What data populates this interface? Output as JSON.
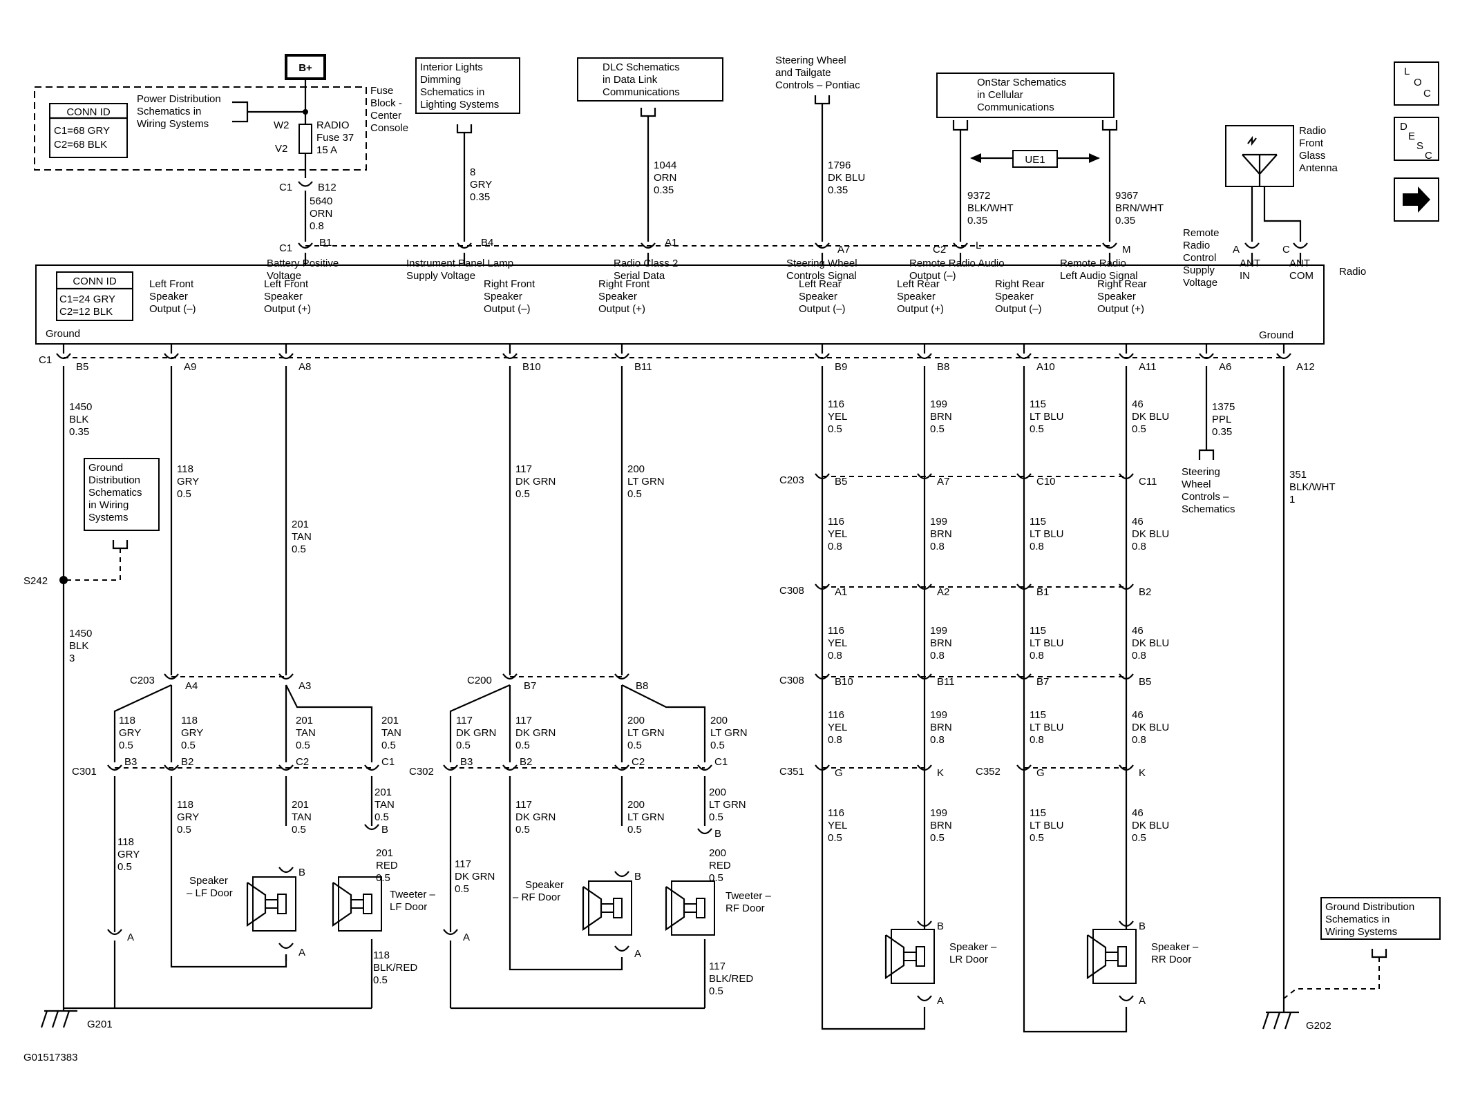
{
  "figure_id": "G01517383",
  "power": {
    "bplus": "B+",
    "conn_id": "CONN ID",
    "conn_lines": [
      "C1=68 GRY",
      "C2=68 BLK"
    ],
    "ref": [
      "Power Distribution",
      "Schematics in",
      "Wiring  Systems"
    ],
    "fuse_block": [
      "Fuse",
      "Block -",
      "Center",
      "Console"
    ],
    "w2": "W2",
    "v2": "V2",
    "fuse": [
      "RADIO",
      "Fuse 37",
      "15 A"
    ],
    "c1": "C1",
    "b12": "B12",
    "wire": [
      "5640",
      "ORN",
      "0.8"
    ]
  },
  "refs_top": [
    {
      "lines": [
        "Interior Lights",
        "Dimming",
        "Schematics in",
        "Lighting Systems"
      ],
      "wire": [
        "8",
        "GRY",
        "0.35"
      ],
      "pin": "B4"
    },
    {
      "lines": [
        "DLC Schematics",
        "in Data Link",
        "Communications"
      ],
      "wire": [
        "1044",
        "ORN",
        "0.35"
      ],
      "pin": "A1"
    },
    {
      "lines": [
        "Steering Wheel",
        "and Tailgate",
        "Controls – Pontiac"
      ],
      "wire": [
        "1796",
        "DK BLU",
        "0.35"
      ],
      "pin": "A7"
    }
  ],
  "onstar": {
    "lines": [
      "OnStar Schematics",
      "in Cellular",
      "Communications"
    ],
    "ue1": "UE1",
    "left_wire": [
      "9372",
      "BLK/WHT",
      "0.35"
    ],
    "right_wire": [
      "9367",
      "BRN/WHT",
      "0.35"
    ],
    "c2": "C2",
    "l": "L",
    "m": "M"
  },
  "antenna": {
    "label": [
      "Radio",
      "Front",
      "Glass",
      "Antenna"
    ],
    "a": "A",
    "c": "C"
  },
  "side_icons": {
    "loc": [
      "L",
      "O",
      "C"
    ],
    "desc": [
      "D",
      "E",
      "S",
      "C"
    ]
  },
  "radio": {
    "name": "Radio",
    "conn_id": "CONN ID",
    "conn_lines": [
      "C1=24 GRY",
      "C2=12 BLK"
    ],
    "c1_top": "C1",
    "b1": "B1",
    "functions": [
      {
        "lines": [
          "Ground"
        ]
      },
      {
        "lines": [
          "Left Front",
          "Speaker",
          "Output (–)"
        ]
      },
      {
        "lines": [
          "Battery Positive",
          "Voltage"
        ]
      },
      {
        "lines": [
          "Left Front",
          "Speaker",
          "Output (+)"
        ]
      },
      {
        "lines": [
          "Instrument Panel Lamp",
          "Supply Voltage"
        ]
      },
      {
        "lines": [
          "Right Front",
          "Speaker",
          "Output (–)"
        ]
      },
      {
        "lines": [
          "Radio Class 2",
          "Serial Data"
        ]
      },
      {
        "lines": [
          "Right Front",
          "Speaker",
          "Output (+)"
        ]
      },
      {
        "lines": [
          "Steering Wheel",
          "Controls Signal"
        ]
      },
      {
        "lines": [
          "Left Rear",
          "Speaker",
          "Output (–)"
        ]
      },
      {
        "lines": [
          "Remote Radio Audio",
          "Output (–)"
        ]
      },
      {
        "lines": [
          "Left Rear",
          "Speaker",
          "Output (+)"
        ]
      },
      {
        "lines": [
          "Right Rear",
          "Speaker",
          "Output (–)"
        ]
      },
      {
        "lines": [
          "Remote Radio",
          "Left Audio Signal"
        ]
      },
      {
        "lines": [
          "Right Rear",
          "Speaker",
          "Output (+)"
        ]
      },
      {
        "lines": [
          "Remote",
          "Radio",
          "Control",
          "Supply",
          "Voltage"
        ]
      },
      {
        "lines": [
          "ANT",
          "IN"
        ]
      },
      {
        "lines": [
          "ANT",
          "COM"
        ]
      },
      {
        "lines": [
          "Ground"
        ]
      }
    ],
    "bottom_c1": "C1",
    "bottom_pins": [
      "B5",
      "A9",
      "A8",
      "B10",
      "B11",
      "B9",
      "B8",
      "A10",
      "A11",
      "A6",
      "A12"
    ]
  },
  "left_ground": {
    "wire1": [
      "1450",
      "BLK",
      "0.35"
    ],
    "ref": [
      "Ground",
      "Distribution",
      "Schematics",
      "in Wiring",
      "Systems"
    ],
    "splice": "S242",
    "wire2": [
      "1450",
      "BLK",
      "3"
    ],
    "ground": "G201"
  },
  "front": {
    "c203": "C203",
    "c200": "C200",
    "c301": "C301",
    "c302": "C302",
    "lf_minus_1": [
      "118",
      "GRY",
      "0.5"
    ],
    "lf_plus_1": [
      "201",
      "TAN",
      "0.5"
    ],
    "rf_minus_1": [
      "117",
      "DK GRN",
      "0.5"
    ],
    "rf_plus_1": [
      "200",
      "LT GRN",
      "0.5"
    ],
    "pins_c203": [
      "A4",
      "A3"
    ],
    "pins_c200": [
      "B7",
      "B8"
    ],
    "lf_wires_mid": [
      [
        "118",
        "GRY",
        "0.5"
      ],
      [
        "118",
        "GRY",
        "0.5"
      ],
      [
        "201",
        "TAN",
        "0.5"
      ],
      [
        "201",
        "TAN",
        "0.5"
      ]
    ],
    "rf_wires_mid": [
      [
        "117",
        "DK GRN",
        "0.5"
      ],
      [
        "117",
        "DK GRN",
        "0.5"
      ],
      [
        "200",
        "LT GRN",
        "0.5"
      ],
      [
        "200",
        "LT GRN",
        "0.5"
      ]
    ],
    "pins_c301": [
      "B3",
      "B2",
      "C2",
      "C1"
    ],
    "pins_c302": [
      "B3",
      "B2",
      "C2",
      "C1"
    ],
    "lf_wires_low": [
      [
        "118",
        "GRY",
        "0.5"
      ],
      [
        "118",
        "GRY",
        "0.5"
      ],
      [
        "201",
        "TAN",
        "0.5"
      ],
      [
        "201",
        "TAN",
        "0.5"
      ]
    ],
    "rf_wires_low": [
      [
        "117",
        "DK GRN",
        "0.5"
      ],
      [
        "117",
        "DK GRN",
        "0.5"
      ],
      [
        "200",
        "LT GRN",
        "0.5"
      ],
      [
        "200",
        "LT GRN",
        "0.5"
      ]
    ],
    "lf_tw_red": [
      "201",
      "RED",
      "0.5"
    ],
    "rf_tw_red": [
      "200",
      "RED",
      "0.5"
    ],
    "lf_tw_ret": [
      "118",
      "BLK/RED",
      "0.5"
    ],
    "rf_tw_ret": [
      "117",
      "BLK/RED",
      "0.5"
    ],
    "speaker_lf": [
      "Speaker",
      "– LF Door"
    ],
    "tweeter_lf": [
      "Tweeter –",
      "LF Door"
    ],
    "speaker_rf": [
      "Speaker",
      "– RF Door"
    ],
    "tweeter_rf": [
      "Tweeter –",
      "RF Door"
    ],
    "a": "A",
    "b": "B"
  },
  "rear": {
    "c203": "C203",
    "c308a": "C308",
    "c308b": "C308",
    "c351": "C351",
    "c352": "C352",
    "cols": [
      {
        "w1": [
          "116",
          "YEL",
          "0.5"
        ],
        "p203": "B5",
        "w2": [
          "116",
          "YEL",
          "0.8"
        ],
        "p308a": "A1",
        "w3": [
          "116",
          "YEL",
          "0.8"
        ],
        "p308b": "B10",
        "w4": [
          "116",
          "YEL",
          "0.8"
        ],
        "pc35": "G",
        "w5": [
          "116",
          "YEL",
          "0.5"
        ]
      },
      {
        "w1": [
          "199",
          "BRN",
          "0.5"
        ],
        "p203": "A7",
        "w2": [
          "199",
          "BRN",
          "0.8"
        ],
        "p308a": "A2",
        "w3": [
          "199",
          "BRN",
          "0.8"
        ],
        "p308b": "B11",
        "w4": [
          "199",
          "BRN",
          "0.8"
        ],
        "pc35": "K",
        "w5": [
          "199",
          "BRN",
          "0.5"
        ]
      },
      {
        "w1": [
          "115",
          "LT BLU",
          "0.5"
        ],
        "p203": "C10",
        "w2": [
          "115",
          "LT BLU",
          "0.8"
        ],
        "p308a": "B1",
        "w3": [
          "115",
          "LT BLU",
          "0.8"
        ],
        "p308b": "B7",
        "w4": [
          "115",
          "LT BLU",
          "0.8"
        ],
        "pc35": "G",
        "w5": [
          "115",
          "LT BLU",
          "0.5"
        ]
      },
      {
        "w1": [
          "46",
          "DK BLU",
          "0.5"
        ],
        "p203": "C11",
        "w2": [
          "46",
          "DK BLU",
          "0.8"
        ],
        "p308a": "B2",
        "w3": [
          "46",
          "DK BLU",
          "0.8"
        ],
        "p308b": "B5",
        "w4": [
          "46",
          "DK BLU",
          "0.8"
        ],
        "pc35": "K",
        "w5": [
          "46",
          "DK BLU",
          "0.5"
        ]
      }
    ],
    "speaker_lr": [
      "Speaker –",
      "LR Door"
    ],
    "speaker_rr": [
      "Speaker –",
      "RR Door"
    ],
    "a": "A",
    "b": "B"
  },
  "right": {
    "a6_wire": [
      "1375",
      "PPL",
      "0.35"
    ],
    "steering_ref": [
      "Steering",
      "Wheel",
      "Controls –",
      "Schematics"
    ],
    "gnd_wire": [
      "351",
      "BLK/WHT",
      "1"
    ],
    "ground_ref": [
      "Ground Distribution",
      "Schematics in",
      "Wiring Systems"
    ],
    "ground": "G202"
  }
}
